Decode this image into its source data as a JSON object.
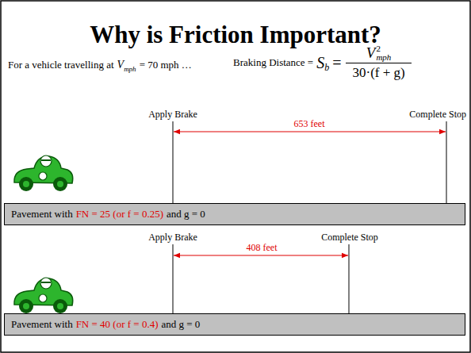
{
  "diagram": {
    "title": "Why is Friction Important?",
    "nodes": [
      {
        "text": [
          "Pavement with",
          "FN = 25 (or f = 0.25)",
          "and g = 0"
        ]
      },
      {
        "text": [
          "Pavement with",
          "FN = 40 (or f = 0.4)",
          "and g = 0"
        ]
      }
    ],
    "labels": [
      "For a vehicle travelling at",
      "V",
      "mph",
      "= 70 mph …",
      "Braking Distance =",
      "S",
      "b",
      "=",
      "V",
      "mph",
      "2",
      "30·(f + g)",
      "Apply Brake",
      "Complete Stop",
      "653 feet",
      "Apply Brake",
      "Complete Stop",
      "408 feet"
    ]
  }
}
